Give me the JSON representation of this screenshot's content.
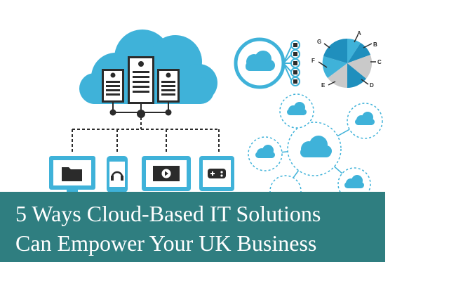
{
  "banner": {
    "line1": "5 Ways Cloud-Based IT Solutions",
    "line2": "Can Empower Your UK Business"
  },
  "pie": {
    "labels": [
      "A",
      "B",
      "C",
      "D",
      "E",
      "F",
      "G"
    ]
  },
  "icons": {
    "server_cloud": "cloud-servers-icon",
    "laptop": "laptop-folder-icon",
    "phone": "phone-headphones-icon",
    "tablet_video": "tablet-video-icon",
    "tablet_game": "tablet-gamepad-icon",
    "cloud_hub": "cloud-hub-icon",
    "cloud_network": "cloud-network-icon"
  },
  "colors": {
    "cloud": "#3fb2d9",
    "cloud_dark": "#1f8fbd",
    "banner": "#2f7e80",
    "dark": "#2b2b2b",
    "pie_gray": "#c9c9c9"
  }
}
